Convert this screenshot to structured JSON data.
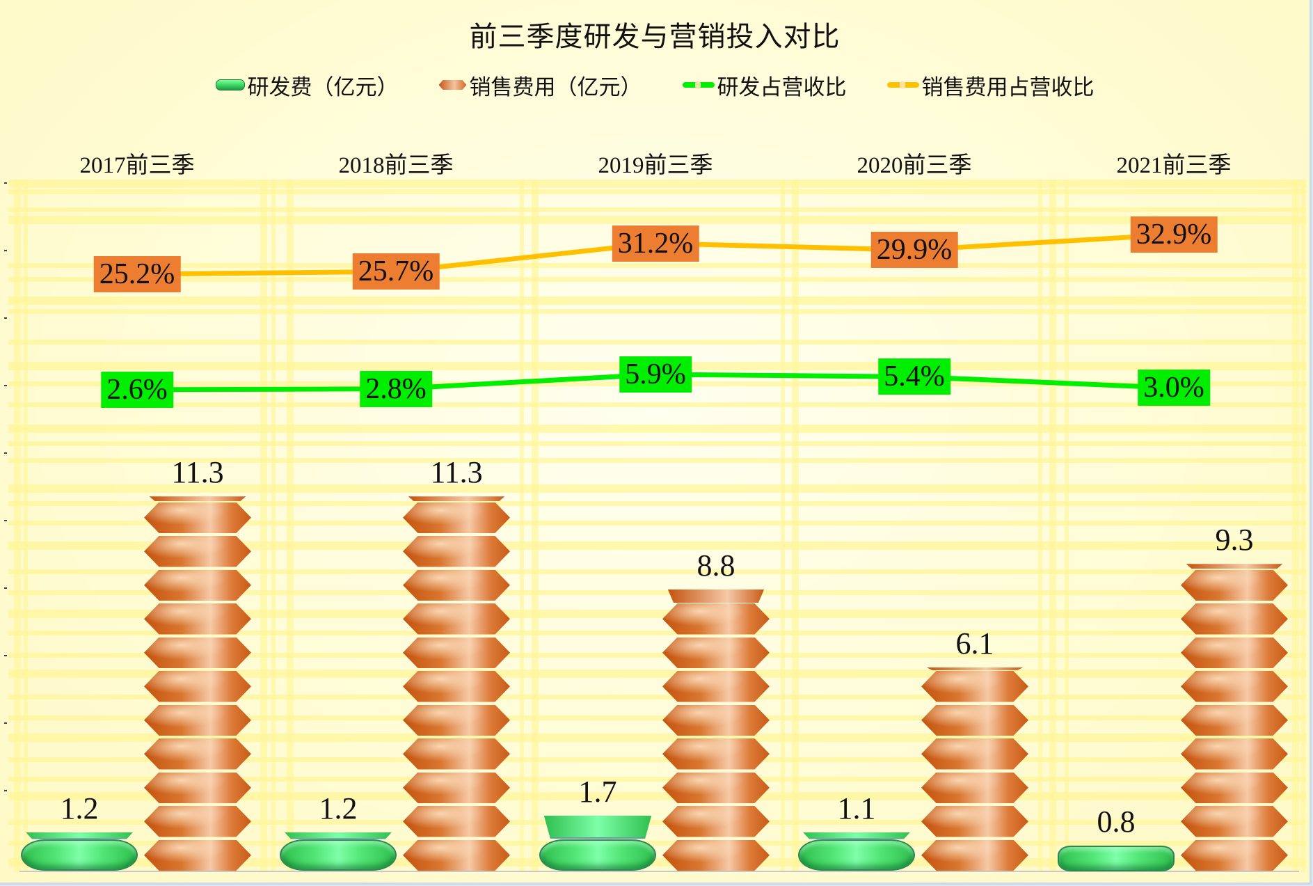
{
  "title": "前三季度研发与营销投入对比",
  "legend": [
    {
      "label": "研发费（亿元）",
      "type": "bar",
      "color": "#3fd764"
    },
    {
      "label": "销售费用（亿元）",
      "type": "bar",
      "color": "#d9762f"
    },
    {
      "label": "研发占营收比",
      "type": "line",
      "color": "#00ee00"
    },
    {
      "label": "销售费用占营收比",
      "type": "line",
      "color": "#ffc000"
    }
  ],
  "categories": [
    "2017前三季",
    "2018前三季",
    "2019前三季",
    "2020前三季",
    "2021前三季"
  ],
  "colors": {
    "rd_bar": "#3fd764",
    "sales_bar": "#d9762f",
    "rd_line": "#00ee00",
    "sales_line": "#ffc000",
    "sales_label_bg": "#ed7d31",
    "rd_label_bg": "#00ee00"
  },
  "chart_data": {
    "type": "bar",
    "title": "前三季度研发与营销投入对比",
    "categories": [
      "2017前三季",
      "2018前三季",
      "2019前三季",
      "2020前三季",
      "2021前三季"
    ],
    "series": [
      {
        "name": "研发费（亿元）",
        "type": "bar",
        "values": [
          1.2,
          1.2,
          1.7,
          1.1,
          0.8
        ],
        "labels": [
          "1.2",
          "1.2",
          "1.7",
          "1.1",
          "0.8"
        ]
      },
      {
        "name": "销售费用（亿元）",
        "type": "bar",
        "values": [
          11.3,
          11.3,
          8.8,
          6.1,
          9.3
        ],
        "labels": [
          "11.3",
          "11.3",
          "8.8",
          "6.1",
          "9.3"
        ]
      },
      {
        "name": "研发占营收比",
        "type": "line",
        "values": [
          2.6,
          2.8,
          5.9,
          5.4,
          3.0
        ],
        "labels": [
          "2.6%",
          "2.8%",
          "5.9%",
          "5.4%",
          "3.0%"
        ]
      },
      {
        "name": "销售费用占营收比",
        "type": "line",
        "values": [
          25.2,
          25.7,
          31.2,
          29.9,
          32.9
        ],
        "labels": [
          "25.2%",
          "25.7%",
          "31.2%",
          "29.9%",
          "32.9%"
        ]
      }
    ],
    "xlabel": "",
    "ylabel": "",
    "legend_position": "top",
    "category_labels_position": "top",
    "grid": true
  }
}
